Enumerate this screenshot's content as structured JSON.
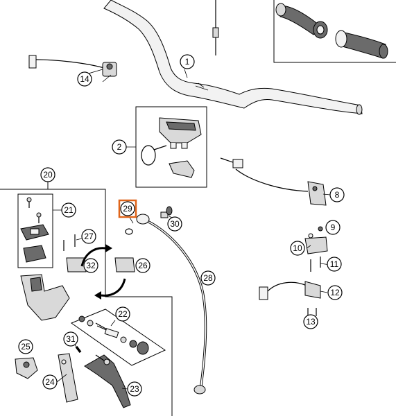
{
  "diagram": {
    "highlighted_callout": "29",
    "highlight_color": "#e0651a",
    "callouts": [
      {
        "id": "1",
        "label": "1"
      },
      {
        "id": "2",
        "label": "2"
      },
      {
        "id": "8",
        "label": "8"
      },
      {
        "id": "9",
        "label": "9"
      },
      {
        "id": "10",
        "label": "10"
      },
      {
        "id": "11",
        "label": "11"
      },
      {
        "id": "12",
        "label": "12"
      },
      {
        "id": "13",
        "label": "13"
      },
      {
        "id": "14",
        "label": "14"
      },
      {
        "id": "20",
        "label": "20"
      },
      {
        "id": "21",
        "label": "21"
      },
      {
        "id": "22",
        "label": "22"
      },
      {
        "id": "23",
        "label": "23"
      },
      {
        "id": "24",
        "label": "24"
      },
      {
        "id": "25",
        "label": "25"
      },
      {
        "id": "26",
        "label": "26"
      },
      {
        "id": "27",
        "label": "27"
      },
      {
        "id": "28",
        "label": "28"
      },
      {
        "id": "29",
        "label": "29"
      },
      {
        "id": "30",
        "label": "30"
      },
      {
        "id": "31",
        "label": "31"
      },
      {
        "id": "32",
        "label": "32"
      }
    ]
  }
}
